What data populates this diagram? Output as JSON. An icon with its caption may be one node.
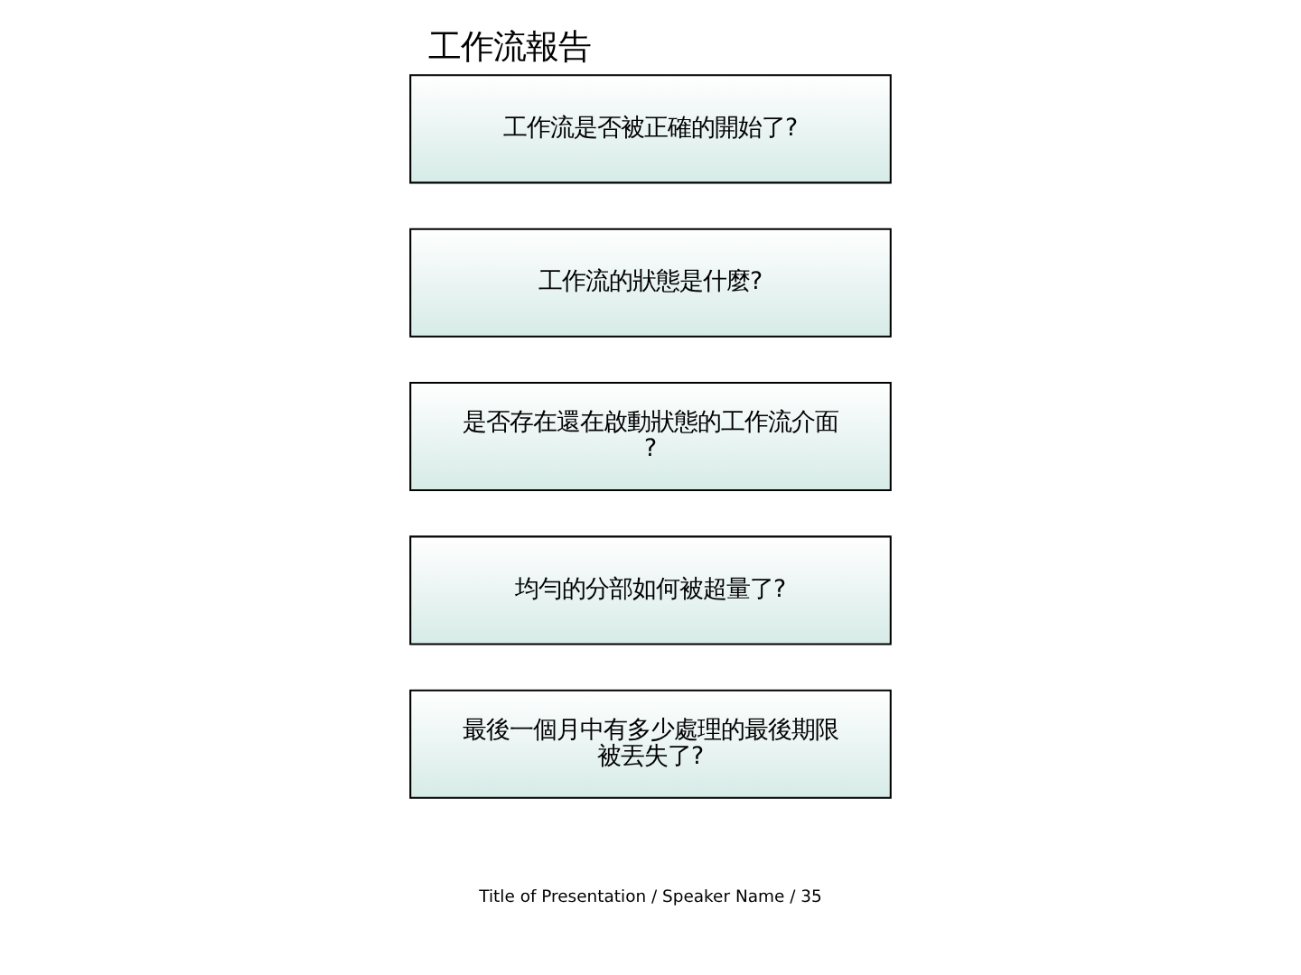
{
  "diagram": {
    "title": "工作流報告",
    "nodes": [
      {
        "text": [
          "工作流是否被正確的開始了?"
        ]
      },
      {
        "text": [
          "工作流的狀態是什麼?"
        ]
      },
      {
        "text": [
          "是否存在還在啟動狀態的工作流介面?"
        ]
      },
      {
        "text": [
          "均勻的分部如何被超量了?"
        ]
      },
      {
        "text": [
          "最後一個月中有多少處理的最後期限被丟失了?"
        ]
      }
    ],
    "edges": [],
    "labels": [
      "Title of Presentation / Speaker Name / 35"
    ]
  }
}
